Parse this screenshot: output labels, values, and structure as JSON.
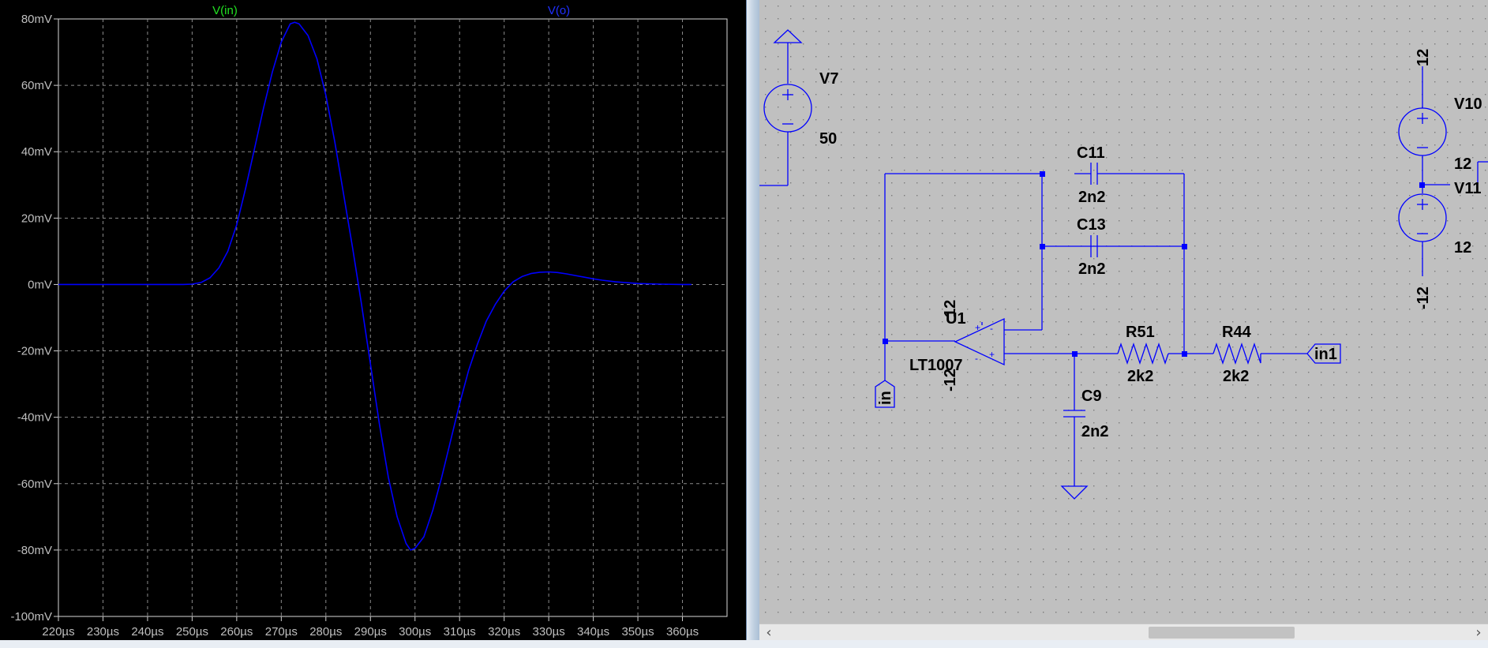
{
  "waveform": {
    "traces": [
      {
        "name": "V(in)",
        "color": "#22e022"
      },
      {
        "name": "V(o)",
        "color": "#2030ff"
      }
    ],
    "chart_data": {
      "type": "line",
      "series": [
        {
          "name": "V(o)",
          "color": "#0000ff",
          "x": [
            220,
            230,
            240,
            248,
            250,
            252,
            254,
            256,
            258,
            260,
            262,
            264,
            266,
            268,
            270,
            272,
            273,
            274,
            276,
            278,
            280,
            282,
            284,
            286,
            288,
            290,
            292,
            294,
            296,
            298,
            299,
            300,
            302,
            304,
            306,
            308,
            310,
            312,
            314,
            316,
            318,
            320,
            322,
            324,
            326,
            328,
            330,
            332,
            334,
            336,
            338,
            340,
            342,
            345,
            350,
            355,
            360,
            362
          ],
          "y": [
            0,
            0,
            0,
            0,
            0.1,
            0.6,
            2,
            5,
            10,
            18,
            29,
            41,
            53,
            64,
            73,
            78.5,
            79,
            78.5,
            75,
            68,
            57,
            43,
            27,
            11,
            -6,
            -24,
            -42,
            -58,
            -70,
            -78,
            -80,
            -79.5,
            -76,
            -68,
            -58,
            -47,
            -36,
            -26,
            -18,
            -11,
            -6,
            -2,
            0.8,
            2.4,
            3.3,
            3.7,
            3.8,
            3.6,
            3.2,
            2.7,
            2.2,
            1.7,
            1.3,
            0.8,
            0.3,
            0.1,
            0,
            0
          ]
        }
      ],
      "x_ticks": [
        "220µs",
        "230µs",
        "240µs",
        "250µs",
        "260µs",
        "270µs",
        "280µs",
        "290µs",
        "300µs",
        "310µs",
        "320µs",
        "330µs",
        "340µs",
        "350µs",
        "360µs"
      ],
      "y_ticks": [
        "80mV",
        "60mV",
        "40mV",
        "20mV",
        "0mV",
        "-20mV",
        "-40mV",
        "-60mV",
        "-80mV",
        "-100mV"
      ],
      "xlim": [
        220,
        370
      ],
      "ylim": [
        -100,
        80
      ],
      "xlabel": "",
      "ylabel": "",
      "grid": true,
      "background": "#000000"
    }
  },
  "schematic": {
    "sources": {
      "v7": {
        "name": "V7",
        "value": "50"
      },
      "v10": {
        "name": "V10",
        "value": "12"
      },
      "v11": {
        "name": "V11",
        "value": "12"
      },
      "supply_pos": "12",
      "supply_neg": "-12"
    },
    "opamp": {
      "name": "U1",
      "model": "LT1007",
      "vpos": "12",
      "vneg": "-12"
    },
    "capacitors": [
      {
        "name": "C11",
        "value": "2n2"
      },
      {
        "name": "C13",
        "value": "2n2"
      },
      {
        "name": "C9",
        "value": "2n2"
      }
    ],
    "resistors": [
      {
        "name": "R51",
        "value": "2k2"
      },
      {
        "name": "R44",
        "value": "2k2"
      }
    ],
    "net_labels": {
      "in": "in",
      "in1": "in1"
    }
  },
  "scrollbar": {
    "left_arrow": "‹",
    "right_arrow": "›"
  }
}
